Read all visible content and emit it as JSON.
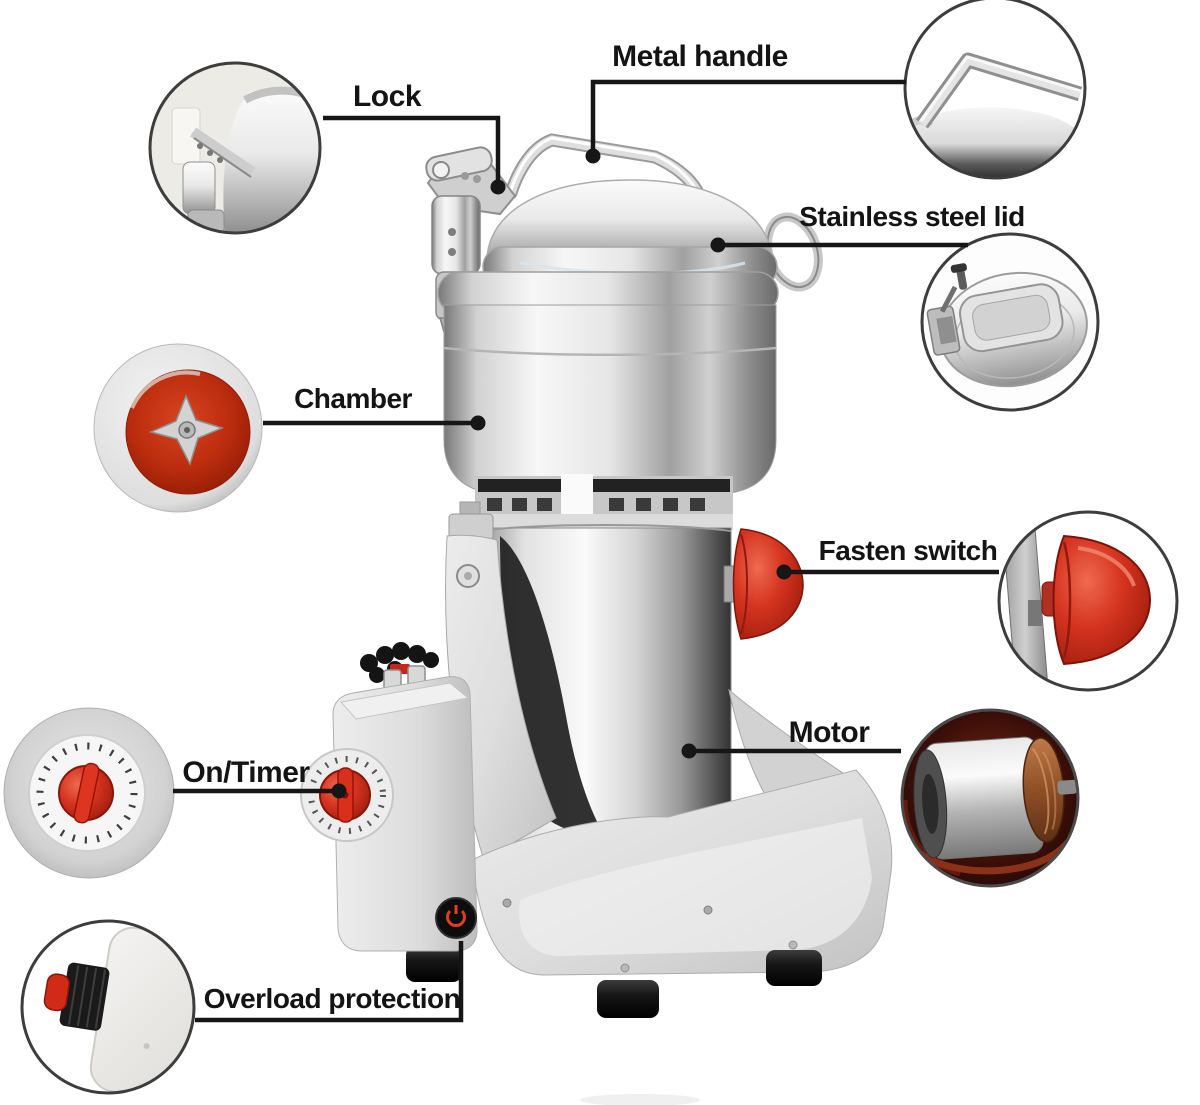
{
  "figure": {
    "kind": "annotated product diagram",
    "subject": "electric grain grinder"
  },
  "callouts": {
    "lock": {
      "label": "Lock"
    },
    "metal_handle": {
      "label": "Metal handle"
    },
    "stainless_steel_lid": {
      "label": "Stainless steel lid"
    },
    "chamber": {
      "label": "Chamber"
    },
    "fasten_switch": {
      "label": "Fasten switch"
    },
    "on_timer": {
      "label": "On/Timer"
    },
    "motor": {
      "label": "Motor"
    },
    "overload_protection": {
      "label": "Overload protection"
    }
  },
  "inset_views": [
    "lock-detail",
    "metal-handle-detail",
    "stainless-steel-lid-detail",
    "chamber-detail",
    "fasten-switch-detail",
    "on-timer-detail",
    "motor-detail",
    "overload-protection-detail"
  ],
  "colors": {
    "background": "#ffffff",
    "leader_line": "#161616",
    "label_text": "#141414",
    "accent_red": "#c6281a",
    "chamber_red": "#b52c0e",
    "metal_light": "#f2f2f2",
    "metal_dark": "#6a6a6a"
  }
}
